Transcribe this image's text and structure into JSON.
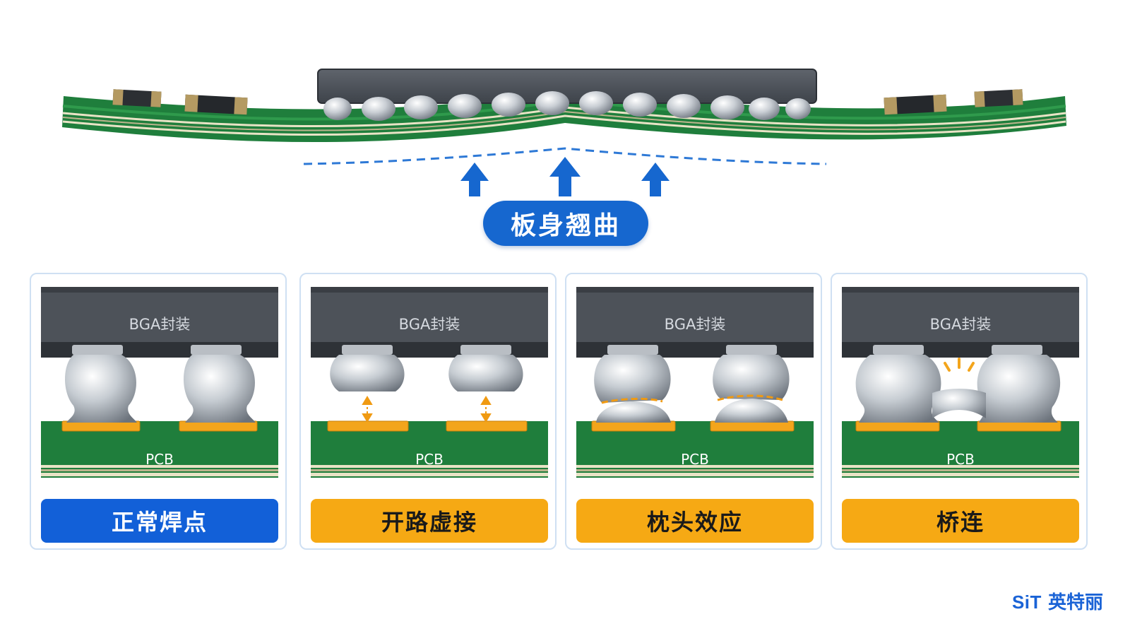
{
  "warp": {
    "label": "板身翘曲",
    "arrow_color": "#1667cf",
    "board_color": "#1e7d3b"
  },
  "cards": [
    {
      "package_label": "BGA封装",
      "pcb_label": "PCB",
      "verdict": "正常焊点",
      "status": "normal",
      "status_color": "#1260d8"
    },
    {
      "package_label": "BGA封装",
      "pcb_label": "PCB",
      "verdict": "开路虚接",
      "status": "open",
      "status_color": "#f6a914"
    },
    {
      "package_label": "BGA封装",
      "pcb_label": "PCB",
      "verdict": "枕头效应",
      "status": "head-in-pillow",
      "status_color": "#f6a914"
    },
    {
      "package_label": "BGA封装",
      "pcb_label": "PCB",
      "verdict": "桥连",
      "status": "bridge",
      "status_color": "#f6a914"
    }
  ],
  "brand": {
    "latin": "SiT",
    "name": "英特丽",
    "color": "#1a63d6"
  }
}
